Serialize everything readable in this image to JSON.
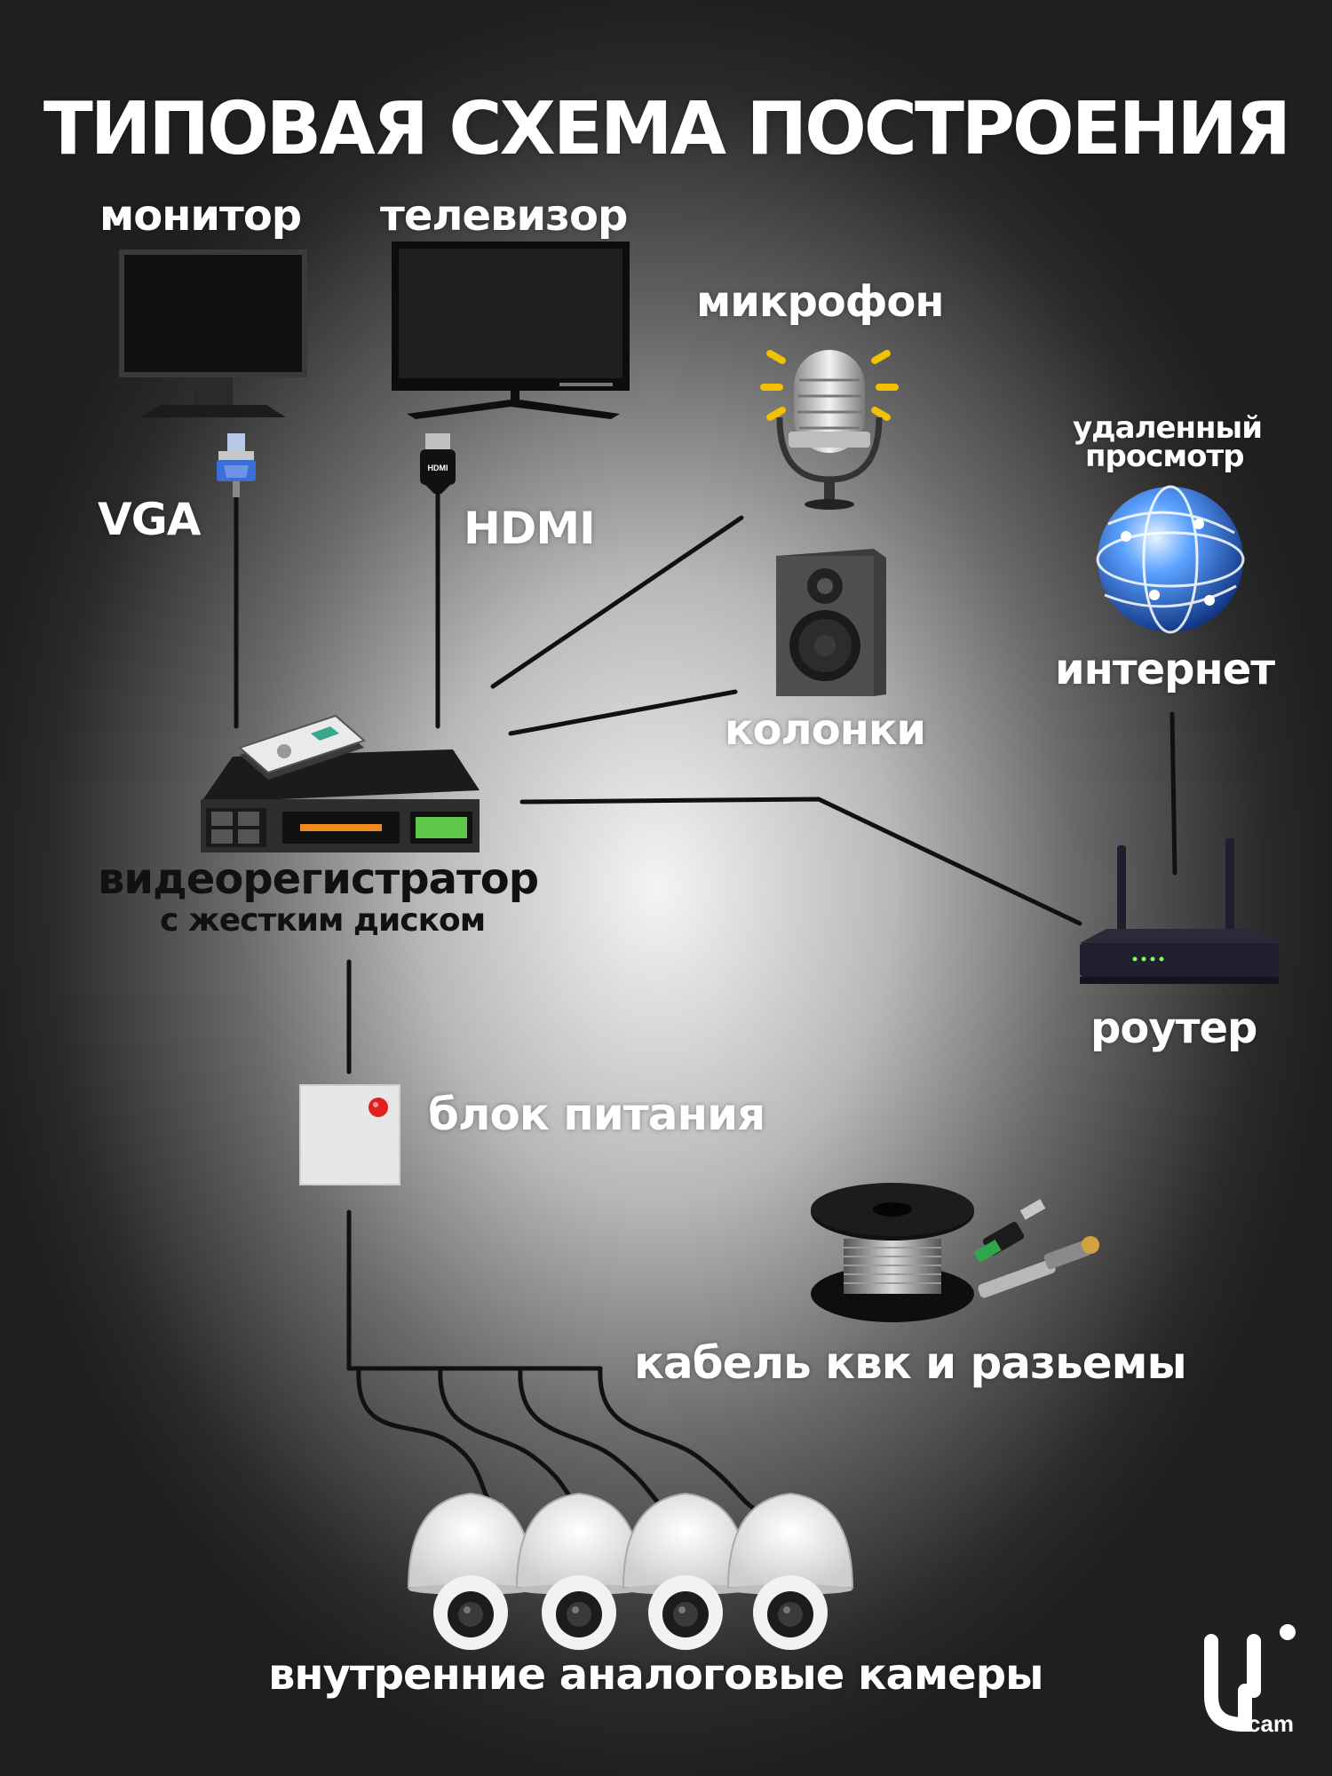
{
  "title": "ТИПОВАЯ СХЕМА ПОСТРОЕНИЯ",
  "devices": {
    "monitor": "монитор",
    "tv": "телевизор",
    "microphone": "микрофон",
    "remote_view_line1": "удаленный",
    "remote_view_line2": "просмотр",
    "internet": "интернет",
    "speakers": "колонки",
    "dvr_line1": "видеорегистратор",
    "dvr_line2": "с жестким диском",
    "router": "роутер",
    "power_supply": "блок питания",
    "cable": "кабель квк и разьемы",
    "cameras": "внутренние аналоговые камеры"
  },
  "connectors": {
    "vga": "VGA",
    "hdmi": "HDMI",
    "hdmi_plug_text": "HDMI"
  },
  "brand": {
    "logo_letters": "U",
    "logo_text": "cam"
  },
  "colors": {
    "line": "#111111",
    "led_red": "#e02020",
    "accent_yellow": "#f2c200",
    "vga_blue": "#3b6fd6"
  }
}
